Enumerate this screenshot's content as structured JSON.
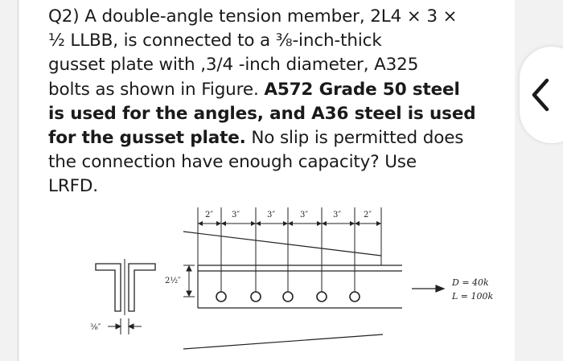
{
  "question": {
    "lines": [
      [
        {
          "t": "Q2) A double-angle tension member, 2L4 × 3 ×",
          "b": false
        }
      ],
      [
        {
          "t": "½ LLBB, is connected to a ⅜-inch-thick",
          "b": false
        }
      ],
      [
        {
          "t": "gusset plate with ,3/4 -inch diameter, A325",
          "b": false
        }
      ],
      [
        {
          "t": "bolts as shown in Figure. ",
          "b": false
        },
        {
          "t": "A572 Grade 50 steel",
          "b": true
        }
      ],
      [
        {
          "t": "is used for the angles, and A36 steel is used",
          "b": true
        }
      ],
      [
        {
          "t": "for the gusset plate.",
          "b": true
        },
        {
          "t": " No slip is permitted does",
          "b": false
        }
      ],
      [
        {
          "t": "the connection have enough capacity? Use",
          "b": false
        }
      ],
      [
        {
          "t": "LRFD.",
          "b": false
        }
      ]
    ]
  },
  "figure": {
    "dims": [
      "2″",
      "3″",
      "3″",
      "3″",
      "3″",
      "2″"
    ],
    "gage": "2½″",
    "thickness": "⅜″",
    "load_dead": "D = 40k",
    "load_live": "L = 100k"
  },
  "nav": {
    "back_icon": "chevron-left-icon"
  }
}
